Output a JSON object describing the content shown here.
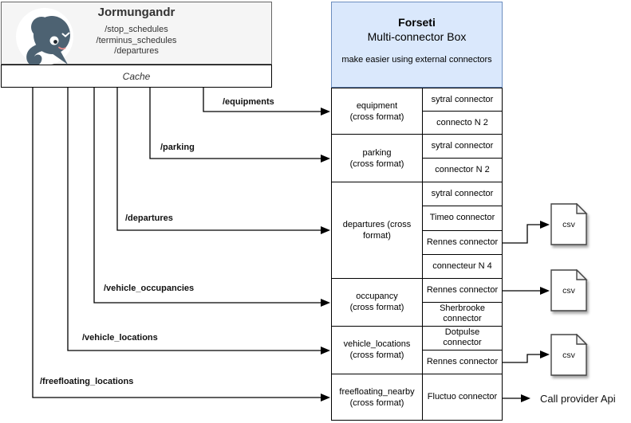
{
  "jormungandr": {
    "title": "Jormungandr",
    "endpoints": "/stop_schedules\n/terminus_schedules\n/departures",
    "cache_label": "Cache"
  },
  "forseti": {
    "title": "Forseti",
    "subtitle": "Multi-connector Box",
    "description": "make easier using external connectors"
  },
  "request_arrows": [
    {
      "label": "/equipments"
    },
    {
      "label": "/parking"
    },
    {
      "label": "/departures"
    },
    {
      "label": "/vehicle_occupancies"
    },
    {
      "label": "/vehicle_locations"
    },
    {
      "label": "/freefloating_locations"
    }
  ],
  "connector_table": {
    "groups": [
      {
        "endpoint": "equipment\n(cross format)",
        "connectors": [
          "sytral connector",
          "connecto N 2"
        ]
      },
      {
        "endpoint": "parking\n(cross format)",
        "connectors": [
          "sytral connector",
          "connector N 2"
        ]
      },
      {
        "endpoint": "departures (cross\nformat)",
        "connectors": [
          "sytral connector",
          "Timeo connector",
          "Rennes connector",
          "connecteur N 4"
        ]
      },
      {
        "endpoint": "occupancy\n(cross format)",
        "connectors": [
          "Rennes connector",
          "Sherbrooke\nconnector"
        ]
      },
      {
        "endpoint": "vehicle_locations\n(cross format)",
        "connectors": [
          "Dotpulse\nconnector",
          "Rennes connector"
        ]
      },
      {
        "endpoint": "freefloating_nearby\n(cross format)",
        "connectors": [
          "Fluctuo connector"
        ]
      }
    ]
  },
  "outputs": {
    "csv_file_label": "csv",
    "call_provider_api": "Call provider Api"
  },
  "colors": {
    "forseti_fill": "#dae8fc",
    "forseti_border": "#6c8ebf",
    "jormungandr_fill": "#f5f5f5",
    "jormungandr_border": "#666666",
    "arrow": "#000000",
    "mascot": "#4d6272"
  }
}
